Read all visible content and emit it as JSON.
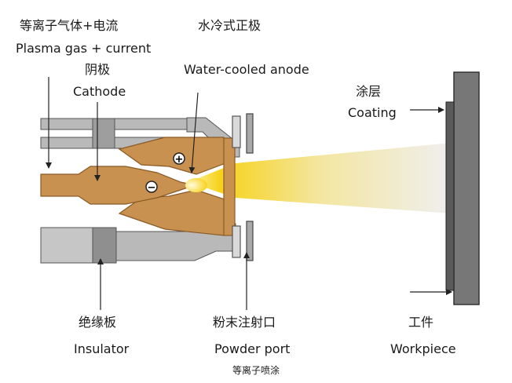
{
  "labels": {
    "plasma_gas_zh": "等离子气体+电流",
    "plasma_gas_en": "Plasma gas + current",
    "cathode_zh": "阴极",
    "cathode_en": "Cathode",
    "anode_zh": "水冷式正极",
    "anode_en": "Water-cooled anode",
    "coating_zh": "涂层",
    "coating_en": "Coating",
    "insulator_zh": "绝缘板",
    "insulator_en": "Insulator",
    "powder_zh": "粉末注射口",
    "powder_en": "Powder port",
    "workpiece_zh": "工件",
    "workpiece_en": "Workpiece"
  },
  "symbols": {
    "plus": "+",
    "minus": "−"
  },
  "caption": "等离子喷涂",
  "colors": {
    "copper": "#c8914f",
    "copper_dark": "#8a5a26",
    "steel": "#b9b9b9",
    "steel_dark": "#555555",
    "plasma_core": "#fff3a0",
    "plasma_edge": "#f2c200",
    "workpiece": "#777777"
  }
}
